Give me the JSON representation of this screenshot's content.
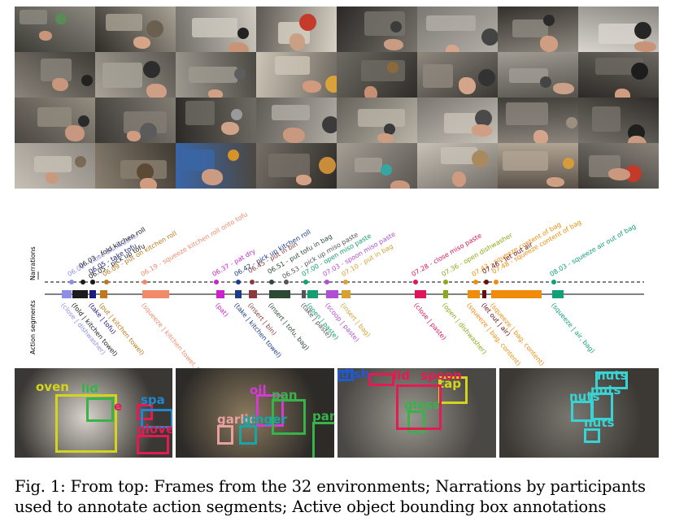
{
  "labels": {
    "narrations": "Narrations",
    "action_segments": "Action segments"
  },
  "mosaic": {
    "columns": 8,
    "rows": 4,
    "frames": [
      {
        "bg": "#3b3a35",
        "tone": "#8c8a80",
        "hand": "#c8957a",
        "pan": "#5a8a55"
      },
      {
        "bg": "#2e2b27",
        "tone": "#a9a295",
        "hand": "#d6a588",
        "pan": "#6b6050"
      },
      {
        "bg": "#6f6c66",
        "tone": "#cfcac0",
        "hand": "#c79479",
        "pan": "#222222"
      },
      {
        "bg": "#5c5852",
        "tone": "#d8d2c5",
        "hand": "#caa085",
        "pan": "#c43b2c"
      },
      {
        "bg": "#2a2826",
        "tone": "#77736b",
        "hand": "#c99b83",
        "pan": "#3c3c3c"
      },
      {
        "bg": "#7b7773",
        "tone": "#b3aea6",
        "hand": "#d5a68d",
        "pan": "#444444"
      },
      {
        "bg": "#33302c",
        "tone": "#8f8a80",
        "hand": "#cf9d82",
        "pan": "#2a2a2a"
      },
      {
        "bg": "#8a8782",
        "tone": "#d9d5ce",
        "hand": "#c89478",
        "pan": "#262626"
      },
      {
        "bg": "#3f3b36",
        "tone": "#8a847a",
        "hand": "#c7967d",
        "pan": "#222222"
      },
      {
        "bg": "#5a5650",
        "tone": "#a8a297",
        "hand": "#cf9f85",
        "pan": "#2d2d2d"
      },
      {
        "bg": "#4b4843",
        "tone": "#9f9a90",
        "hand": "#d1a186",
        "pan": "#5d5d5d"
      },
      {
        "bg": "#6c675f",
        "tone": "#cdc5b6",
        "hand": "#cf9a7d",
        "pan": "#d9a23a"
      },
      {
        "bg": "#2f2d29",
        "tone": "#6e6a63",
        "hand": "#c68f74",
        "pan": "#8a6a3c"
      },
      {
        "bg": "#3a3733",
        "tone": "#8e887e",
        "hand": "#d3a68c",
        "pan": "#333333"
      },
      {
        "bg": "#55524d",
        "tone": "#a19c93",
        "hand": "#caa087",
        "pan": "#454545"
      },
      {
        "bg": "#2c2a27",
        "tone": "#6d6861",
        "hand": "#cf9c80",
        "pan": "#1d1d1d"
      },
      {
        "bg": "#4a4640",
        "tone": "#928c80",
        "hand": "#c7987f",
        "pan": "#2a2a2a"
      },
      {
        "bg": "#3a3734",
        "tone": "#837d74",
        "hand": "#cf9c82",
        "pan": "#5b5b5b"
      },
      {
        "bg": "#2b2926",
        "tone": "#6f6b64",
        "hand": "#d0a287",
        "pan": "#9a9a9a"
      },
      {
        "bg": "#5f5b56",
        "tone": "#b2ada4",
        "hand": "#c8987f",
        "pan": "#3b3b3b"
      },
      {
        "bg": "#656159",
        "tone": "#bab4a8",
        "hand": "#cc9d83",
        "pan": "#3a3a3a"
      },
      {
        "bg": "#7a7670",
        "tone": "#c8c2b8",
        "hand": "#cf9e84",
        "pan": "#4a4a4a"
      },
      {
        "bg": "#403d39",
        "tone": "#8b857c",
        "hand": "#d4a58a",
        "pan": "#9b8f80"
      },
      {
        "bg": "#2e2c29",
        "tone": "#77726a",
        "hand": "#c99a7f",
        "pan": "#1f1f1f"
      },
      {
        "bg": "#8c8780",
        "tone": "#c5bfb4",
        "hand": "#c9997e",
        "pan": "#7a6a55"
      },
      {
        "bg": "#3f3a33",
        "tone": "#8a8070",
        "hand": "#cf9c7f",
        "pan": "#5d4a35"
      },
      {
        "bg": "#4c4740",
        "tone": "#3a66a8",
        "hand": "#cc9c82",
        "pan": "#d4932b"
      },
      {
        "bg": "#2e2b28",
        "tone": "#756f66",
        "hand": "#d2a287",
        "pan": "#c98d3a"
      },
      {
        "bg": "#5a5650",
        "tone": "#a59f95",
        "hand": "#c8987e",
        "pan": "#36a6a2"
      },
      {
        "bg": "#726d66",
        "tone": "#c7c1b6",
        "hand": "#cc9b80",
        "pan": "#a98a60"
      },
      {
        "bg": "#5b5249",
        "tone": "#b0a493",
        "hand": "#d0a085",
        "pan": "#d49a3c"
      },
      {
        "bg": "#3b3834",
        "tone": "#888279",
        "hand": "#c9987d",
        "pan": "#c23a2a"
      }
    ]
  },
  "timeline": {
    "narrations": [
      {
        "text": "06.00 - close dishwasher",
        "color": "#8e8ee6"
      },
      {
        "text": "06.03 - fold kitchen roll",
        "color": "#1b1b1b"
      },
      {
        "text": "06.05 - take tofu",
        "color": "#1a1a80"
      },
      {
        "text": "06.05 - pick up tofu",
        "color": "#1a1a1a"
      },
      {
        "text": "06.09 - put on kitchen roll",
        "color": "#c07818"
      },
      {
        "text": "06.19 - squeeze kitchen roll onto tofu",
        "color": "#f08a6a"
      },
      {
        "text": "06.37 - pat dry",
        "color": "#cc22cc"
      },
      {
        "text": "06.42 - pick up kitchen roll",
        "color": "#1a3c8a"
      },
      {
        "text": "06.45 - put in bin",
        "color": "#8a3a3a"
      },
      {
        "text": "06.51 - put tofu in bag",
        "color": "#2a4a34"
      },
      {
        "text": "06.53 - pick up miso paste",
        "color": "#555555"
      },
      {
        "text": "07.00 - open miso paste",
        "color": "#12a070"
      },
      {
        "text": "07.03 - spoon miso paste",
        "color": "#b04ed6"
      },
      {
        "text": "07.10 - put in bag",
        "color": "#d8a030"
      },
      {
        "text": "07.28 - close miso paste",
        "color": "#e0145a"
      },
      {
        "text": "07.36 - open dishwasher",
        "color": "#8aaa1a"
      },
      {
        "text": "07.43 - squeeze content of bag",
        "color": "#f08c0c"
      },
      {
        "text": "07.46 - let out air",
        "color": "#6a0a0a"
      },
      {
        "text": "07.48 - squeeze content of bag",
        "color": "#f08c0c"
      },
      {
        "text": "08.03 - squeeze air out of bag",
        "color": "#12a078"
      }
    ],
    "segments": [
      {
        "text": "(close | dishwasher)",
        "color": "#8e8ee6"
      },
      {
        "text": "(fold | kitchen towel)",
        "color": "#1b1b1b"
      },
      {
        "text": "(take | tofu)",
        "color": "#1a1a80"
      },
      {
        "text": "(put | kitchen towel)",
        "color": "#c07818"
      },
      {
        "text": "(squeeze | kitchen towel, tofu)",
        "color": "#f08a6a"
      },
      {
        "text": "(pat)",
        "color": "#cc22cc"
      },
      {
        "text": "(take | kitchen towel)",
        "color": "#1a3c8a"
      },
      {
        "text": "(insert | bin)",
        "color": "#8a3a3a"
      },
      {
        "text": "(insert | tofu, bag)",
        "color": "#2a4a34"
      },
      {
        "text": "(take | paste)",
        "color": "#555555"
      },
      {
        "text": "(open | paste)",
        "color": "#12a070"
      },
      {
        "text": "(scoop | paste)",
        "color": "#b04ed6"
      },
      {
        "text": "(insert | bag)",
        "color": "#d8a030"
      },
      {
        "text": "(close | paste)",
        "color": "#e0145a"
      },
      {
        "text": "(open | dishwasher)",
        "color": "#8aaa1a"
      },
      {
        "text": "(squeeze | bag, content)",
        "color": "#f08c0c"
      },
      {
        "text": "(let out | air)",
        "color": "#6a0a0a"
      },
      {
        "text": "(squeeze | bag, content)",
        "color": "#f08c0c"
      },
      {
        "text": "(squeeze | air, bag)",
        "color": "#12a078"
      }
    ]
  },
  "panels": [
    {
      "bg": "#3a3834",
      "tone": "#d9d4cc",
      "boxes": [
        {
          "label": "oven",
          "color": "#d4d41c"
        },
        {
          "label": "lid",
          "color": "#37b34a"
        },
        {
          "label": "e",
          "color": "#e41a52"
        },
        {
          "label": "spa",
          "color": "#1f88d0"
        },
        {
          "label": "glove",
          "color": "#e41a52"
        }
      ]
    },
    {
      "bg": "#2d2b28",
      "tone": "#8b7a5e",
      "boxes": [
        {
          "label": "oil",
          "color": "#d63ad6"
        },
        {
          "label": "pan",
          "color": "#37b34a"
        },
        {
          "label": "garlic",
          "color": "#e8a0a0"
        },
        {
          "label": "ginger",
          "color": "#1aa5a5"
        },
        {
          "label": "pan",
          "color": "#37b34a"
        }
      ]
    },
    {
      "bg": "#4a4844",
      "tone": "#9a968f",
      "boxes": [
        {
          "label": "tap",
          "color": "#d4d41c"
        },
        {
          "label": "glass",
          "color": "#37b34a"
        },
        {
          "label": "spoon",
          "color": "#e41a52"
        },
        {
          "label": "dish",
          "color": "#1f5ad0"
        },
        {
          "label": "lid",
          "color": "#e41a52"
        }
      ]
    },
    {
      "bg": "#3c3935",
      "tone": "#7a7670",
      "boxes": [
        {
          "label": "nuts",
          "color": "#3ad3d3"
        },
        {
          "label": "nuts",
          "color": "#3ad3d3"
        },
        {
          "label": "nuts",
          "color": "#3ad3d3"
        },
        {
          "label": "nuts",
          "color": "#3ad3d3"
        }
      ]
    }
  ],
  "caption": {
    "label": "Fig. 1:",
    "text": "From top: Frames from the 32 environments; Narrations by participants used to annotate action segments; Active object bounding box annotations"
  }
}
